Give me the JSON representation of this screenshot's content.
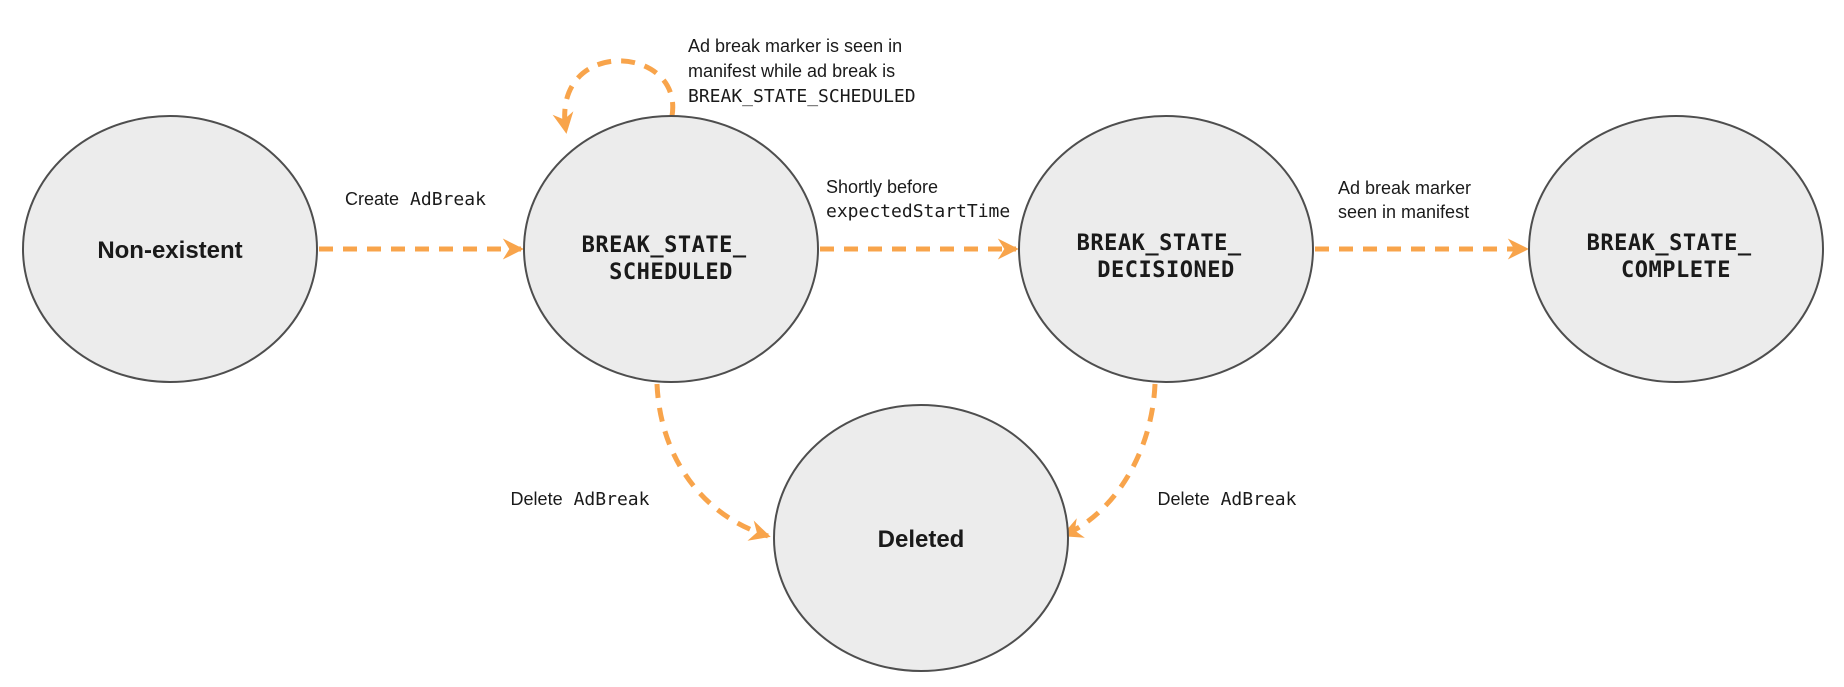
{
  "colors": {
    "arrow": "#F8A44B",
    "node_fill": "#ECECEC",
    "node_stroke": "#4E4E4E",
    "text": "#1A1A1A"
  },
  "states": {
    "non_existent": {
      "label": "Non-existent"
    },
    "scheduled": {
      "line1": "BREAK_STATE_",
      "line2": "SCHEDULED"
    },
    "decisioned": {
      "line1": "BREAK_STATE_",
      "line2": "DECISIONED"
    },
    "complete": {
      "line1": "BREAK_STATE_",
      "line2": "COMPLETE"
    },
    "deleted": {
      "label": "Deleted"
    }
  },
  "transitions": {
    "create": {
      "label": "Create",
      "code": "AdBreak"
    },
    "self_loop": {
      "line1": "Ad break marker is seen in",
      "line2": "manifest while ad break is",
      "line3_code": "BREAK_STATE_SCHEDULED"
    },
    "to_decisioned": {
      "line1": "Shortly before",
      "line2_code": "expectedStartTime"
    },
    "to_complete": {
      "line1": "Ad break marker",
      "line2": "seen in manifest"
    },
    "delete_from_scheduled": {
      "label": "Delete",
      "code": "AdBreak"
    },
    "delete_from_decisioned": {
      "label": "Delete",
      "code": "AdBreak"
    }
  }
}
